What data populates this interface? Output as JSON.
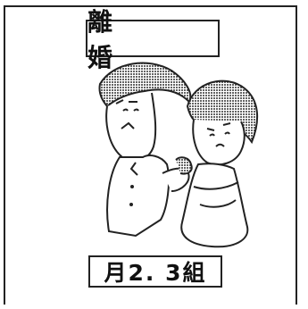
{
  "title": "離　婚",
  "stat": "月2. 3組",
  "illustration": "divorcing-couple-drawing"
}
